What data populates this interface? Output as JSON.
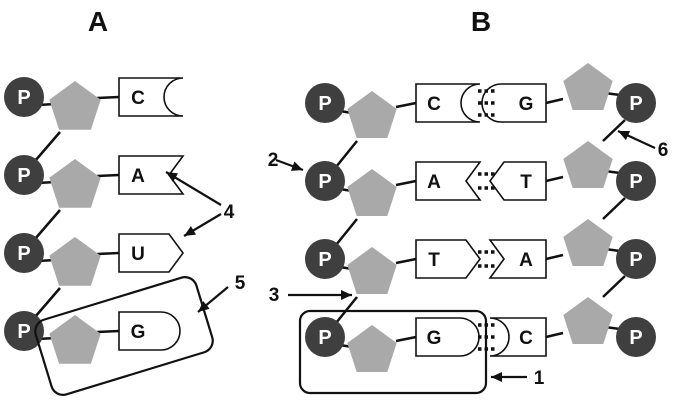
{
  "panels": {
    "A": {
      "title": "A",
      "nucleotides": [
        {
          "base": "C",
          "shape": "concave-round"
        },
        {
          "base": "A",
          "shape": "concave-notch"
        },
        {
          "base": "U",
          "shape": "point"
        },
        {
          "base": "G",
          "shape": "round"
        }
      ]
    },
    "B": {
      "title": "B",
      "pairs": [
        {
          "left": "C",
          "right": "G",
          "left_shape": "concave-round",
          "right_shape": "round",
          "hbonds": 3
        },
        {
          "left": "A",
          "right": "T",
          "left_shape": "concave-notch",
          "right_shape": "point",
          "hbonds": 2
        },
        {
          "left": "T",
          "right": "A",
          "left_shape": "point",
          "right_shape": "concave-notch",
          "hbonds": 2
        },
        {
          "left": "G",
          "right": "C",
          "left_shape": "round",
          "right_shape": "concave-round",
          "hbonds": 3
        }
      ]
    }
  },
  "phosphate_label": "P",
  "callouts": [
    {
      "id": "1",
      "label": "1"
    },
    {
      "id": "2",
      "label": "2"
    },
    {
      "id": "3",
      "label": "3"
    },
    {
      "id": "4",
      "label": "4"
    },
    {
      "id": "5",
      "label": "5"
    },
    {
      "id": "6",
      "label": "6"
    }
  ],
  "colors": {
    "phosphate": "#3f3f3f",
    "sugar": "#a9a9a9",
    "line": "#111111"
  }
}
